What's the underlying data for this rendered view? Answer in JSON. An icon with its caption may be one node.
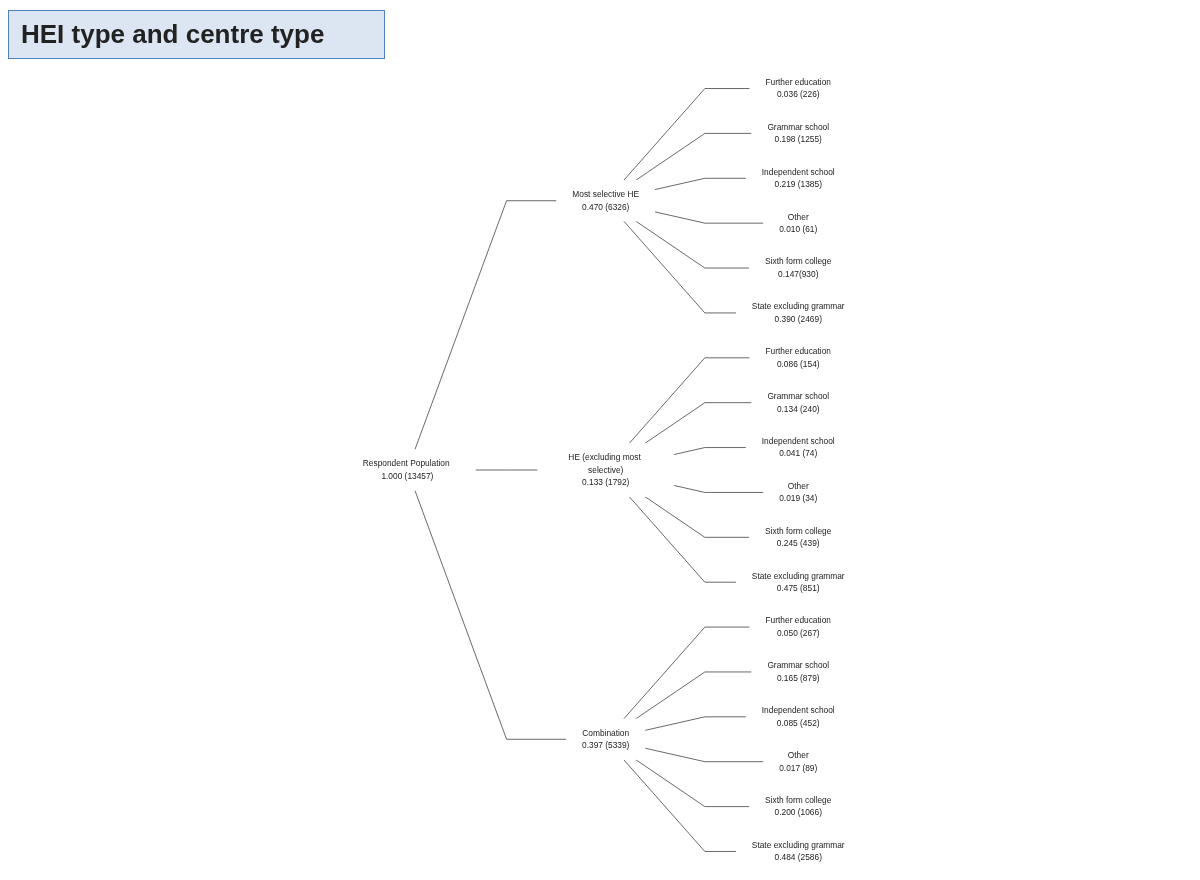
{
  "diagram": {
    "title": "HEI type and centre type",
    "nodes": [
      {
        "text": [
          "Respondent Population 1.000 (13457)"
        ]
      },
      {
        "text": [
          "Most selective HE",
          "0.470 (6326)"
        ]
      },
      {
        "text": [
          "Further education",
          "0.036 (226)"
        ]
      },
      {
        "text": [
          "Grammar school",
          "0.198 (1255)"
        ]
      },
      {
        "text": [
          "Independent school",
          "0.219 (1385)"
        ]
      },
      {
        "text": [
          "Other",
          "0.010 (61)"
        ]
      },
      {
        "text": [
          "Sixth form college",
          "0.147(930)"
        ]
      },
      {
        "text": [
          "State excluding grammar",
          "0.390 (2469)"
        ]
      },
      {
        "text": [
          "HE (excluding most selective)",
          "0.133 (1792)"
        ]
      },
      {
        "text": [
          "Further education",
          "0.086 (154)"
        ]
      },
      {
        "text": [
          "Grammar school",
          "0.134 (240)"
        ]
      },
      {
        "text": [
          "Independent school",
          "0.041 (74)"
        ]
      },
      {
        "text": [
          "Other",
          "0.019 (34)"
        ]
      },
      {
        "text": [
          "Sixth form college",
          "0.245 (439)"
        ]
      },
      {
        "text": [
          "State excluding grammar",
          "0.475 (851)"
        ]
      },
      {
        "text": [
          "Combination",
          "0.397 (5339)"
        ]
      },
      {
        "text": [
          "Further education",
          "0.050 (267)"
        ]
      },
      {
        "text": [
          "Grammar school",
          "0.165 (879)"
        ]
      },
      {
        "text": [
          "Independent school",
          "0.085 (452)"
        ]
      },
      {
        "text": [
          "Other",
          "0.017 (89)"
        ]
      },
      {
        "text": [
          "Sixth form college",
          "0.200 (1066)"
        ]
      },
      {
        "text": [
          "State excluding grammar",
          "0.484 (2586)"
        ]
      }
    ],
    "edges": [
      {
        "from": 0,
        "to": 1,
        "arrow": "none"
      },
      {
        "from": 0,
        "to": 8,
        "arrow": "none"
      },
      {
        "from": 0,
        "to": 15,
        "arrow": "none"
      },
      {
        "from": 1,
        "to": 2,
        "arrow": "none"
      },
      {
        "from": 1,
        "to": 3,
        "arrow": "none"
      },
      {
        "from": 1,
        "to": 4,
        "arrow": "none"
      },
      {
        "from": 1,
        "to": 5,
        "arrow": "none"
      },
      {
        "from": 1,
        "to": 6,
        "arrow": "none"
      },
      {
        "from": 1,
        "to": 7,
        "arrow": "none"
      },
      {
        "from": 8,
        "to": 9,
        "arrow": "none"
      },
      {
        "from": 8,
        "to": 10,
        "arrow": "none"
      },
      {
        "from": 8,
        "to": 11,
        "arrow": "none"
      },
      {
        "from": 8,
        "to": 12,
        "arrow": "none"
      },
      {
        "from": 8,
        "to": 13,
        "arrow": "none"
      },
      {
        "from": 8,
        "to": 14,
        "arrow": "none"
      },
      {
        "from": 15,
        "to": 16,
        "arrow": "none"
      },
      {
        "from": 15,
        "to": 17,
        "arrow": "none"
      },
      {
        "from": 15,
        "to": 18,
        "arrow": "none"
      },
      {
        "from": 15,
        "to": 19,
        "arrow": "none"
      },
      {
        "from": 15,
        "to": 20,
        "arrow": "none"
      },
      {
        "from": 15,
        "to": 21,
        "arrow": "none"
      }
    ]
  }
}
